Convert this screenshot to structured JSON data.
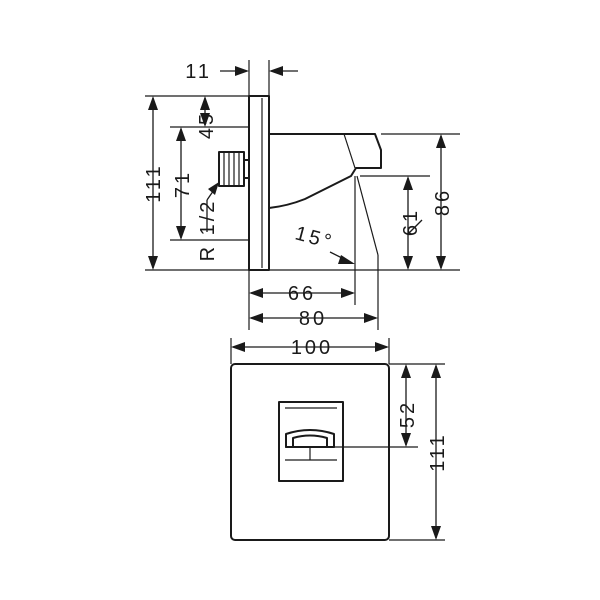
{
  "side_view": {
    "dimensions": {
      "plate_thickness": "11",
      "total_height": "111",
      "top_to_thread": "45",
      "thread_span": "71",
      "thread_size": "R 1/2",
      "spout_angle": "15°",
      "outlet_height": "61",
      "spout_height": "86",
      "projection_outlet": "66",
      "projection_total": "80"
    }
  },
  "front_view": {
    "dimensions": {
      "width": "100",
      "outlet_from_top": "52",
      "height": "111"
    }
  }
}
